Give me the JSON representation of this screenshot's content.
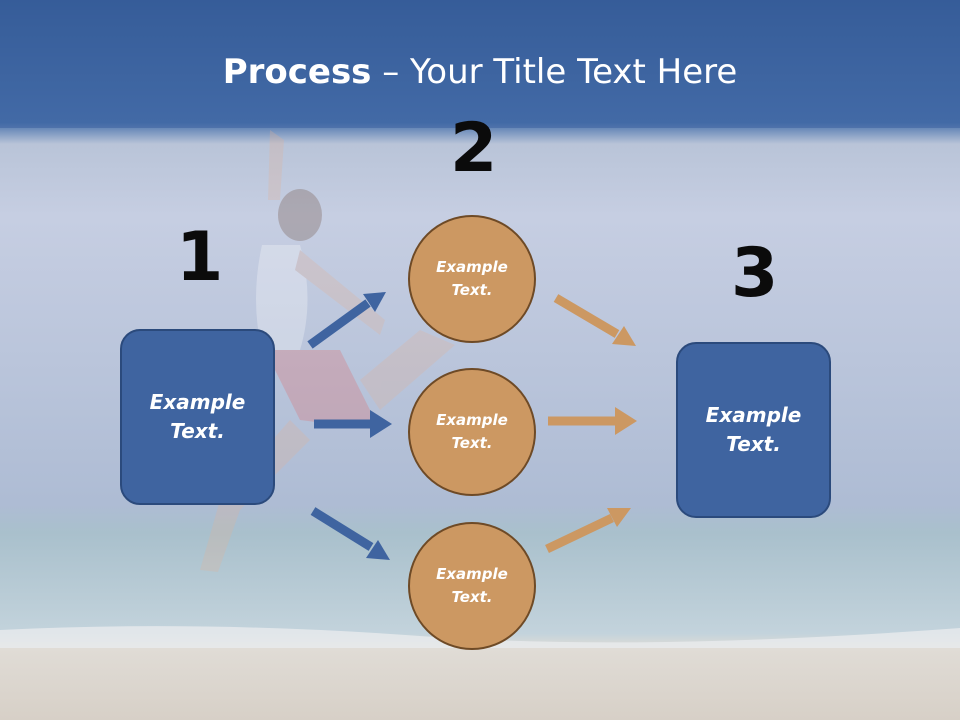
{
  "slide": {
    "title_strong": "Process",
    "title_rest": " – Your Title Text Here"
  },
  "steps": {
    "step1": {
      "number": "1",
      "text": "Example\nText."
    },
    "step2": {
      "number": "2",
      "circles": [
        {
          "text": "Example\nText."
        },
        {
          "text": "Example\nText."
        },
        {
          "text": "Example\nText."
        }
      ]
    },
    "step3": {
      "number": "3",
      "text": "Example\nText."
    }
  },
  "colors": {
    "header": "#3c62a0",
    "box_fill": "#3f64a0",
    "circle_fill": "#cc9862",
    "blue_arrow": "#3f64a0",
    "orange_arrow": "#cc9862"
  }
}
